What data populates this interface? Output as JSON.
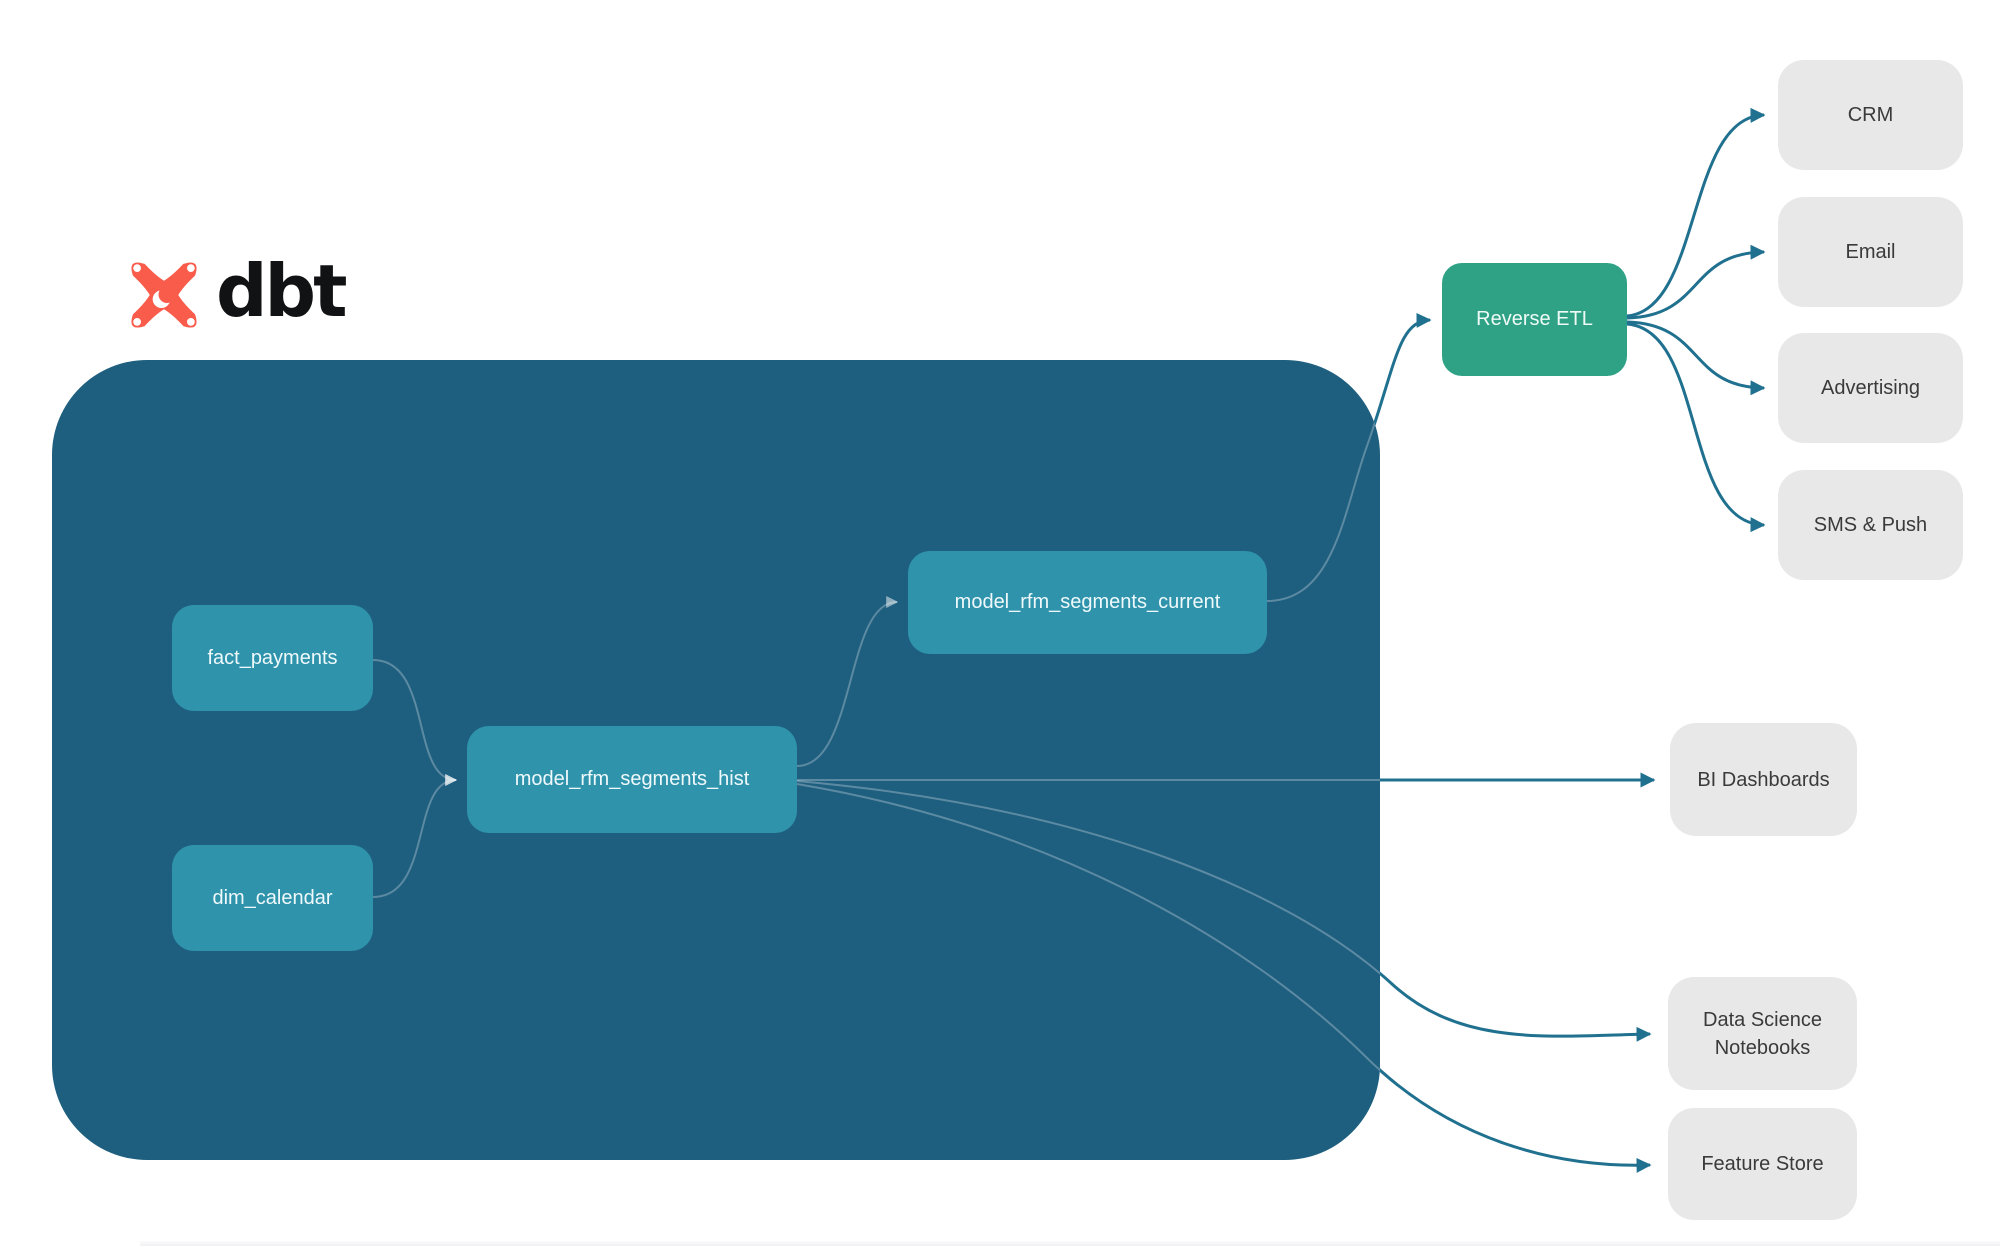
{
  "logo": {
    "brand": "dbt"
  },
  "warehouse": {
    "nodes": {
      "fact_payments": {
        "label": "fact_payments"
      },
      "dim_calendar": {
        "label": "dim_calendar"
      },
      "model_rfm_segments_hist": {
        "label": "model_rfm_segments_hist"
      },
      "model_rfm_segments_current": {
        "label": "model_rfm_segments_current"
      }
    }
  },
  "reverse_etl": {
    "label": "Reverse ETL"
  },
  "destinations": {
    "activation": [
      {
        "label": "CRM"
      },
      {
        "label": "Email"
      },
      {
        "label": "Advertising"
      },
      {
        "label": "SMS & Push"
      }
    ],
    "analytics": [
      {
        "label": "BI Dashboards"
      },
      {
        "label": "Data Science Notebooks"
      },
      {
        "label": "Feature Store"
      }
    ]
  },
  "edges": [
    {
      "from": "fact_payments",
      "to": "model_rfm_segments_hist"
    },
    {
      "from": "dim_calendar",
      "to": "model_rfm_segments_hist"
    },
    {
      "from": "model_rfm_segments_hist",
      "to": "model_rfm_segments_current"
    },
    {
      "from": "model_rfm_segments_current",
      "to": "Reverse ETL"
    },
    {
      "from": "Reverse ETL",
      "to": "CRM"
    },
    {
      "from": "Reverse ETL",
      "to": "Email"
    },
    {
      "from": "Reverse ETL",
      "to": "Advertising"
    },
    {
      "from": "Reverse ETL",
      "to": "SMS & Push"
    },
    {
      "from": "model_rfm_segments_hist",
      "to": "BI Dashboards"
    },
    {
      "from": "model_rfm_segments_hist",
      "to": "Data Science Notebooks"
    },
    {
      "from": "model_rfm_segments_hist",
      "to": "Feature Store"
    }
  ],
  "colors": {
    "warehouse_bg": "#1E5E7E",
    "model_node": "#2F93AC",
    "reverse_etl_node": "#2FA286",
    "destination_node": "#E8E8E8",
    "edge_outside": "#20708F",
    "dbt_orange": "#FA5C4C"
  }
}
